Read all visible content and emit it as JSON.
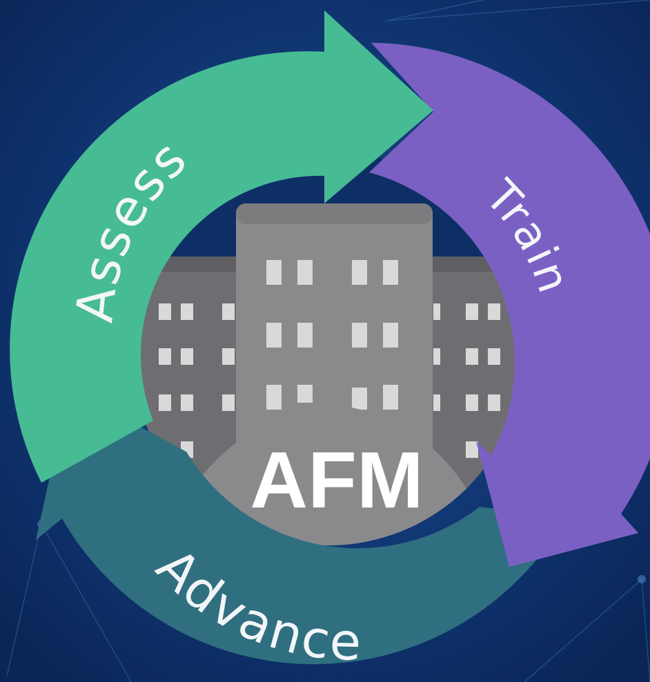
{
  "diagram": {
    "center_label": "AFM",
    "stages": [
      {
        "label": "Assess",
        "color": "#47bb94"
      },
      {
        "label": "Train",
        "color": "#7b60c4"
      },
      {
        "label": "Advance",
        "color": "#2f6f80"
      }
    ],
    "colors": {
      "background": "#0b2a5e",
      "background_glow": "#1d4f88",
      "building_dark": "#6e6e72",
      "building_light": "#8a8a8d",
      "window": "#d9d9d9"
    }
  }
}
